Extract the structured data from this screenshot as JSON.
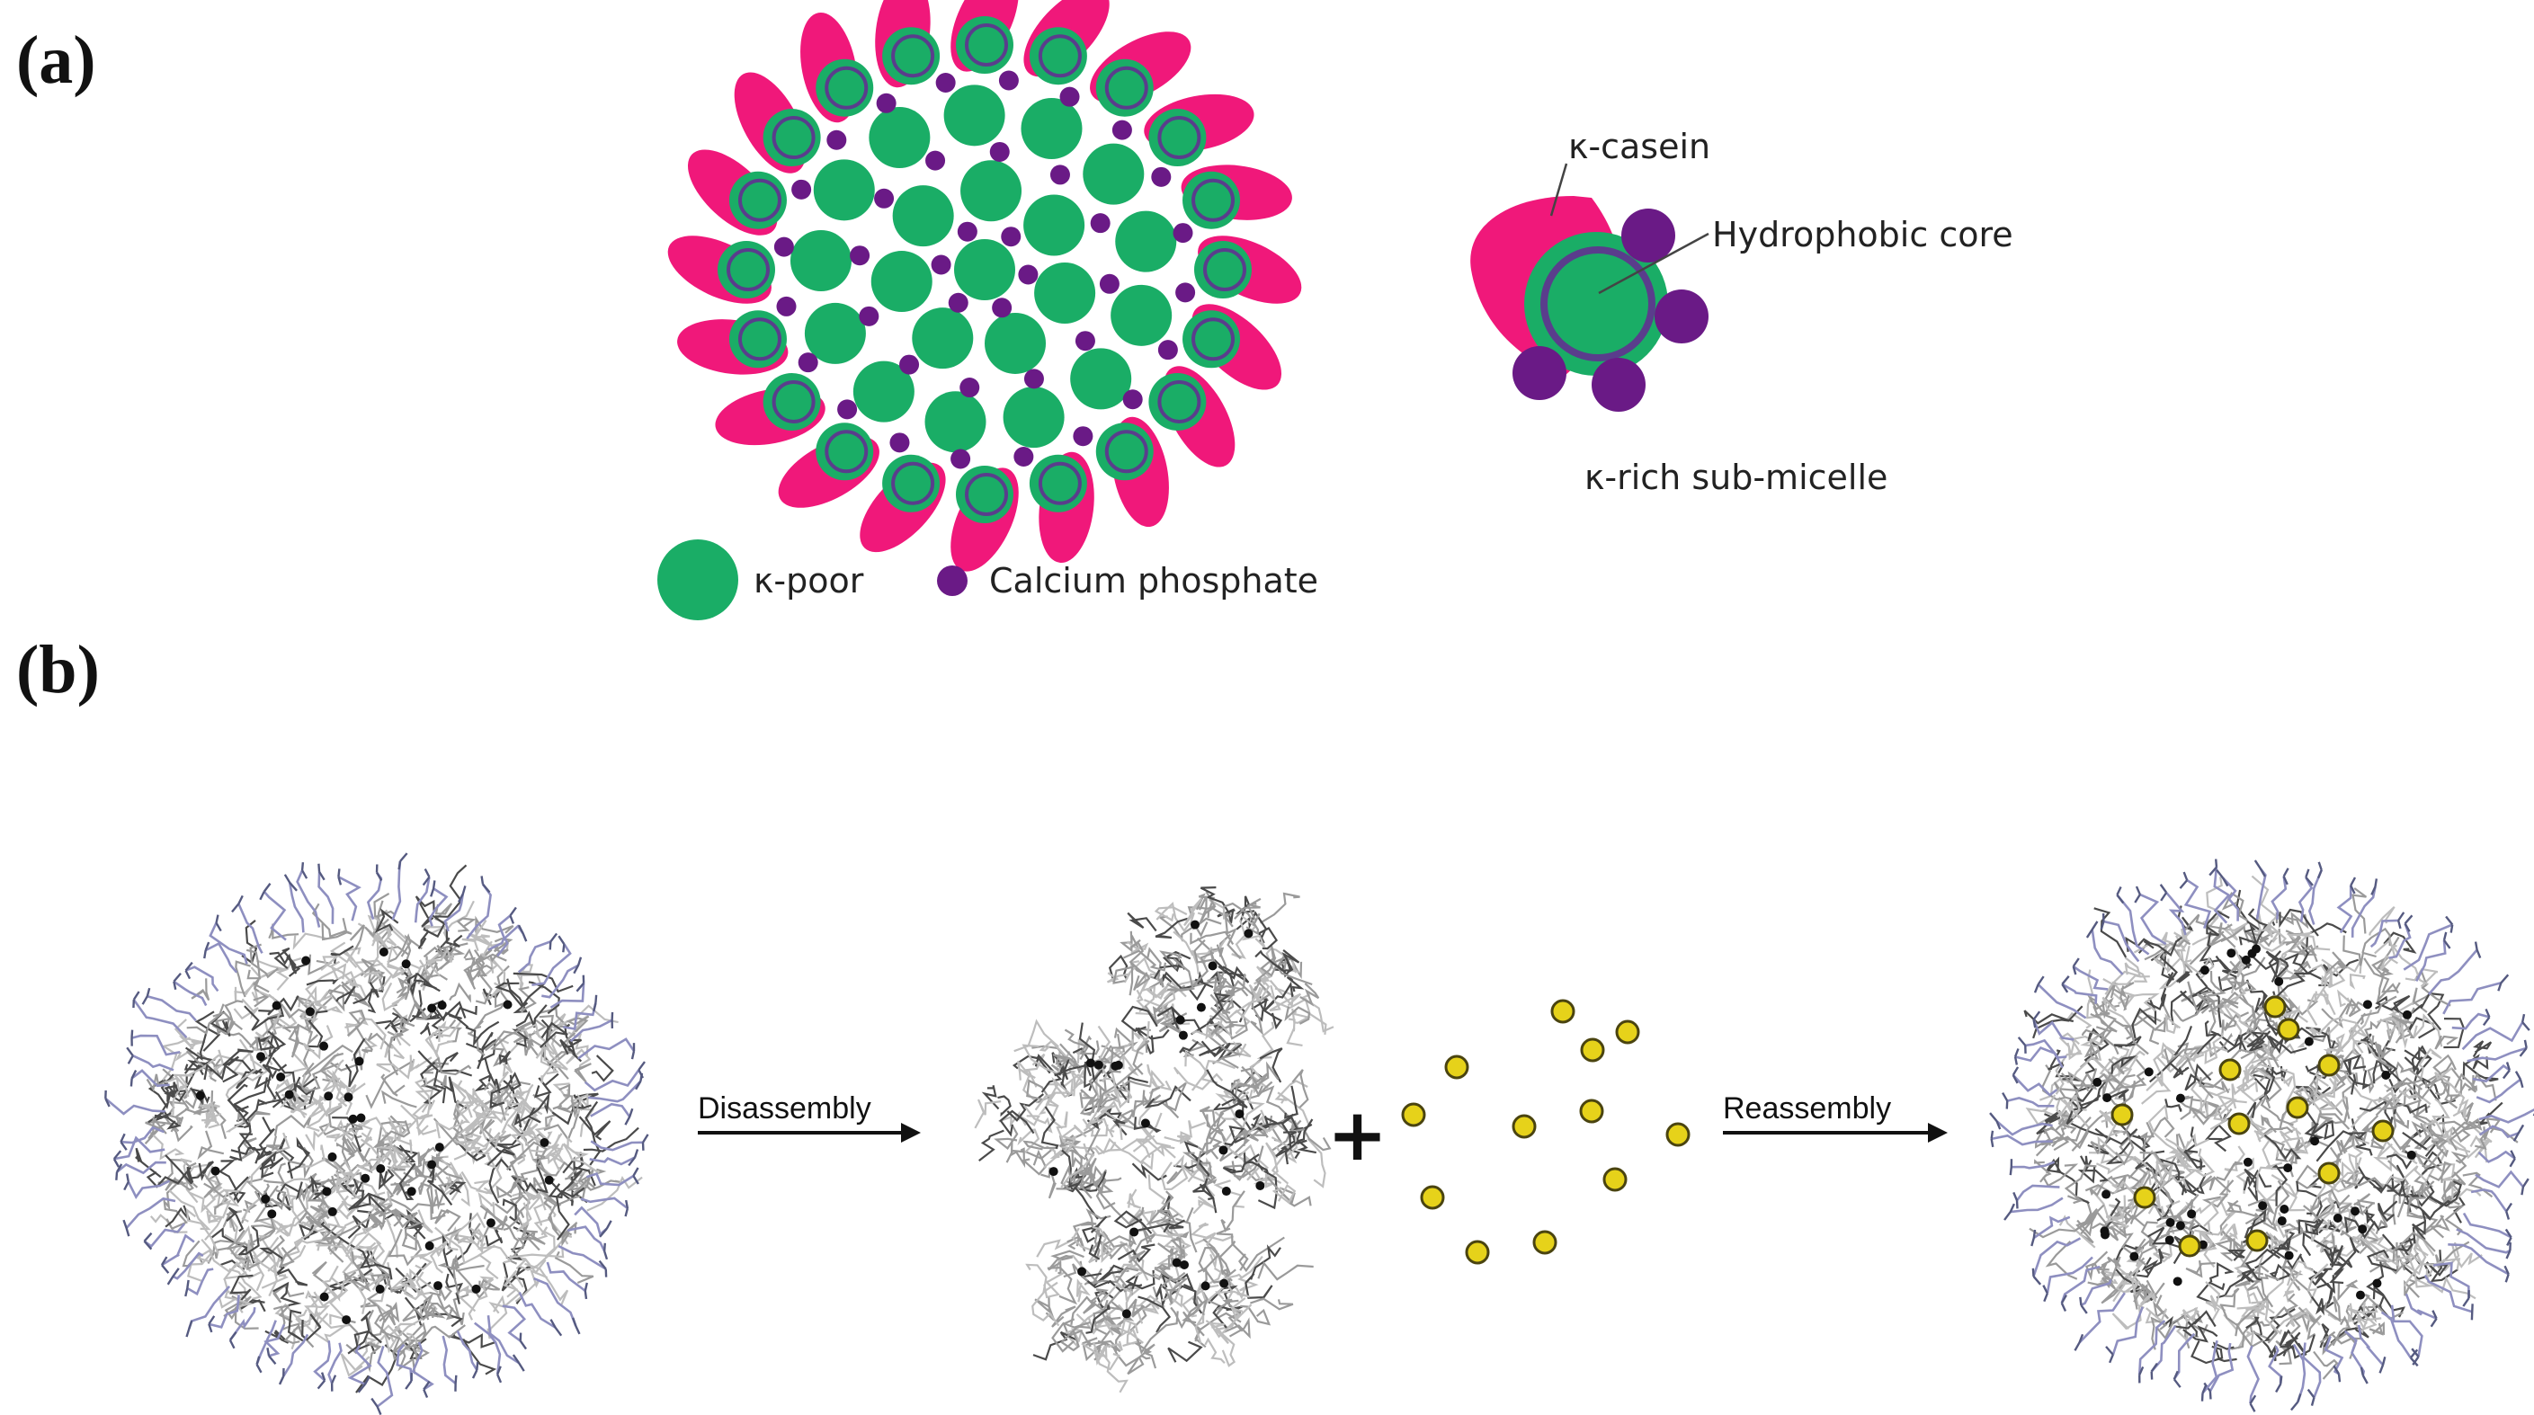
{
  "panels": {
    "a": "(a)",
    "b": "(b)"
  },
  "panel_a": {
    "labels": {
      "kappa_casein": "κ-casein",
      "hydrophobic_core": "Hydrophobic core",
      "submicelle": "κ-rich sub-micelle"
    },
    "legend": {
      "kappa_poor": "κ-poor",
      "calcium_phosphate": "Calcium phosphate"
    }
  },
  "panel_b": {
    "disassembly": "Disassembly",
    "reassembly": "Reassembly",
    "plus": "+"
  },
  "colors": {
    "green": "#1aad66",
    "green_dark": "#0d8a4f",
    "pink": "#f0187a",
    "purple": "#6a1a86",
    "outline": "#5a3d8c",
    "yellow": "#e6d21a",
    "chain_gray": "#8a8a8a",
    "chain_blue": "#8e8fc0"
  }
}
